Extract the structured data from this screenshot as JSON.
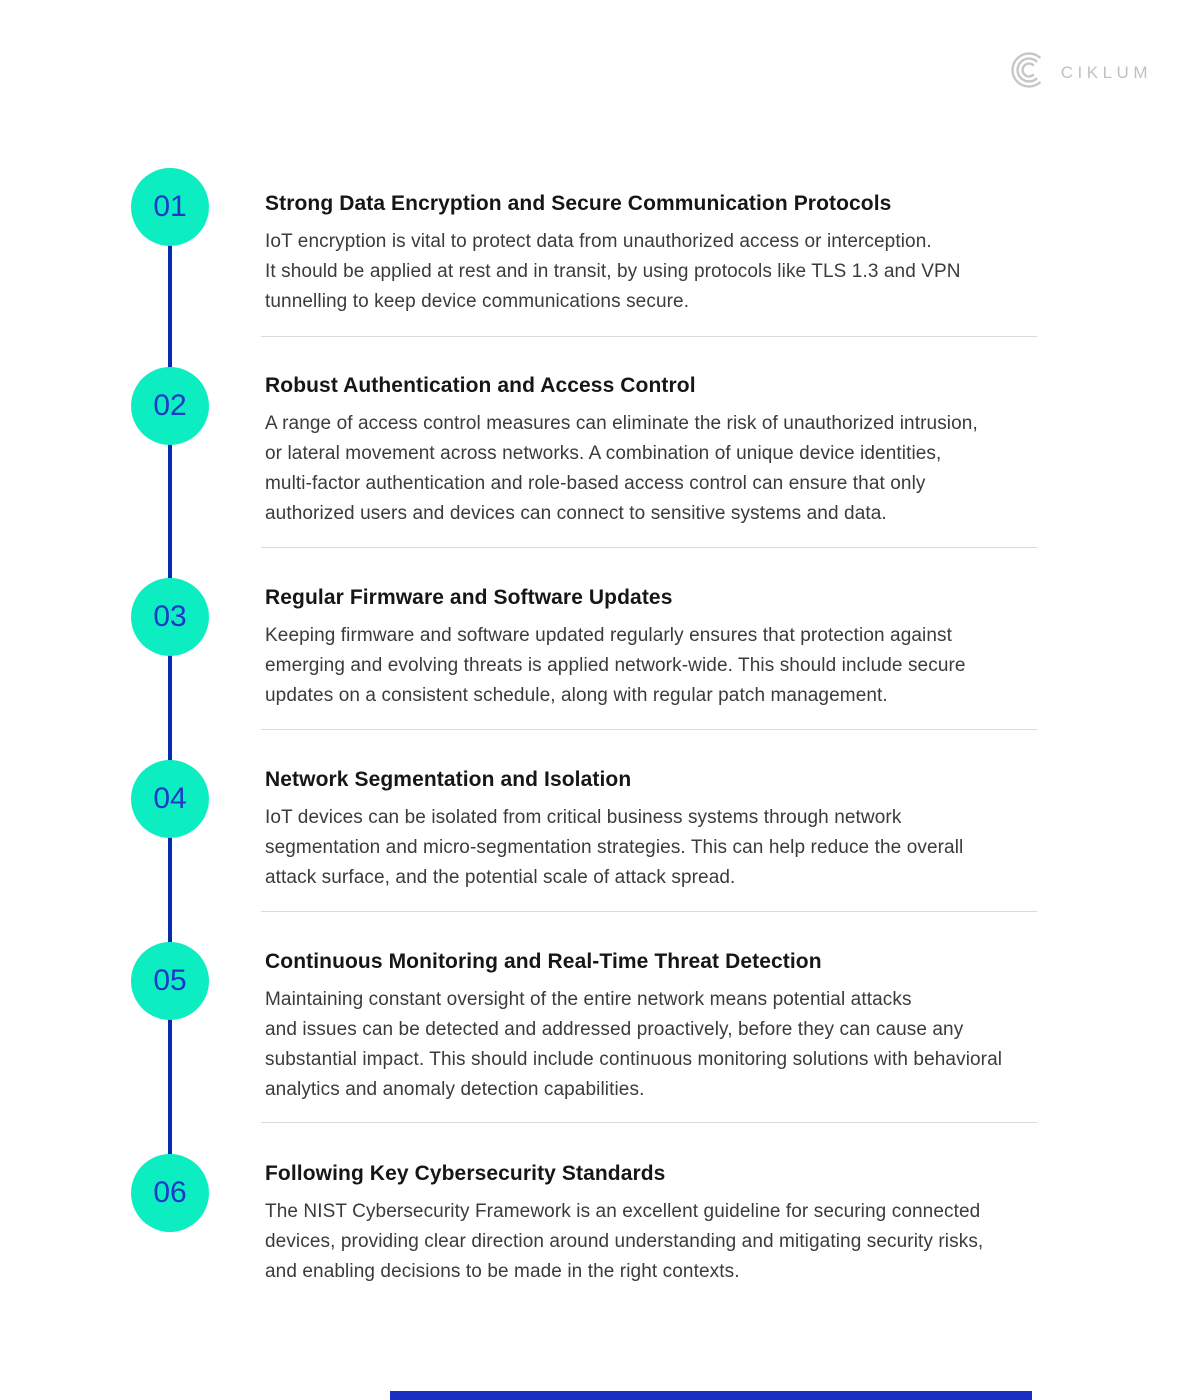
{
  "logo": {
    "text": "CIKLUM",
    "icon": "ciklum-concentric-c-icon",
    "color": "#c1c1c1"
  },
  "theme": {
    "circle_fill": "#0dedc2",
    "number_color": "#1e38c8",
    "timeline_color": "#0a2aad",
    "heading_color": "#161616",
    "body_color": "#3b3b3b",
    "divider_color": "#dbdbdb",
    "bottom_bar_color": "#1b2ec3"
  },
  "sections": [
    {
      "number": "01",
      "heading": "Strong Data Encryption and Secure Communication Protocols",
      "body": "IoT encryption is vital to protect data from unauthorized access or interception.\nIt should be applied at rest and in transit, by using protocols like TLS 1.3 and VPN\ntunnelling to keep device communications secure."
    },
    {
      "number": "02",
      "heading": "Robust Authentication and Access Control",
      "body": "A range of access control measures can eliminate the risk of unauthorized intrusion,\nor lateral movement across networks. A combination of unique device identities,\nmulti-factor authentication and role-based access control can ensure that only\nauthorized users and devices can connect to sensitive systems and data."
    },
    {
      "number": "03",
      "heading": "Regular Firmware and Software Updates",
      "body": "Keeping firmware and software updated regularly ensures that protection against\nemerging and evolving threats is applied network-wide. This should include secure\nupdates on a consistent schedule, along with regular patch management."
    },
    {
      "number": "04",
      "heading": "Network Segmentation and Isolation",
      "body": "IoT devices can be isolated from critical business systems through network\nsegmentation and micro-segmentation strategies. This can help reduce the overall\nattack surface, and the potential scale of attack spread."
    },
    {
      "number": "05",
      "heading": "Continuous Monitoring and Real-Time Threat Detection",
      "body": "Maintaining constant oversight of the entire network means potential attacks\nand issues can be detected and addressed proactively, before they can cause any\nsubstantial impact. This should include continuous monitoring solutions with behavioral\nanalytics and anomaly detection capabilities."
    },
    {
      "number": "06",
      "heading": "Following Key Cybersecurity Standards",
      "body": "The NIST Cybersecurity Framework is an excellent guideline for securing connected\ndevices, providing clear direction around understanding and mitigating security risks,\nand enabling decisions to be made in the right contexts."
    }
  ]
}
